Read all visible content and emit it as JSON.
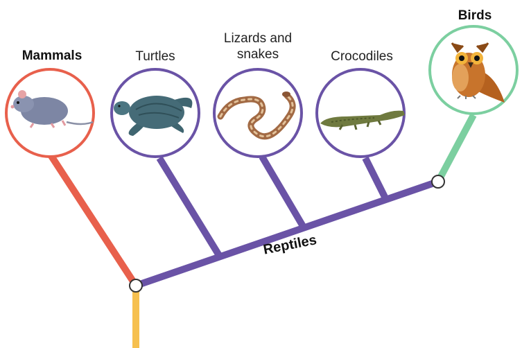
{
  "taxa": {
    "mammals": "Mammals",
    "turtles": "Turtles",
    "lizards_line1": "Lizards and",
    "lizards_line2": "snakes",
    "crocodiles": "Crocodiles",
    "birds": "Birds"
  },
  "clade_label": "Reptiles",
  "colors": {
    "mammals": "#e8604c",
    "reptiles": "#6a53a6",
    "birds": "#7ccfa0",
    "root": "#f6c04f"
  },
  "icons": {
    "mammals": "rat-icon",
    "turtles": "sea-turtle-icon",
    "lizards": "snake-icon",
    "crocodiles": "crocodile-icon",
    "birds": "owl-icon"
  }
}
